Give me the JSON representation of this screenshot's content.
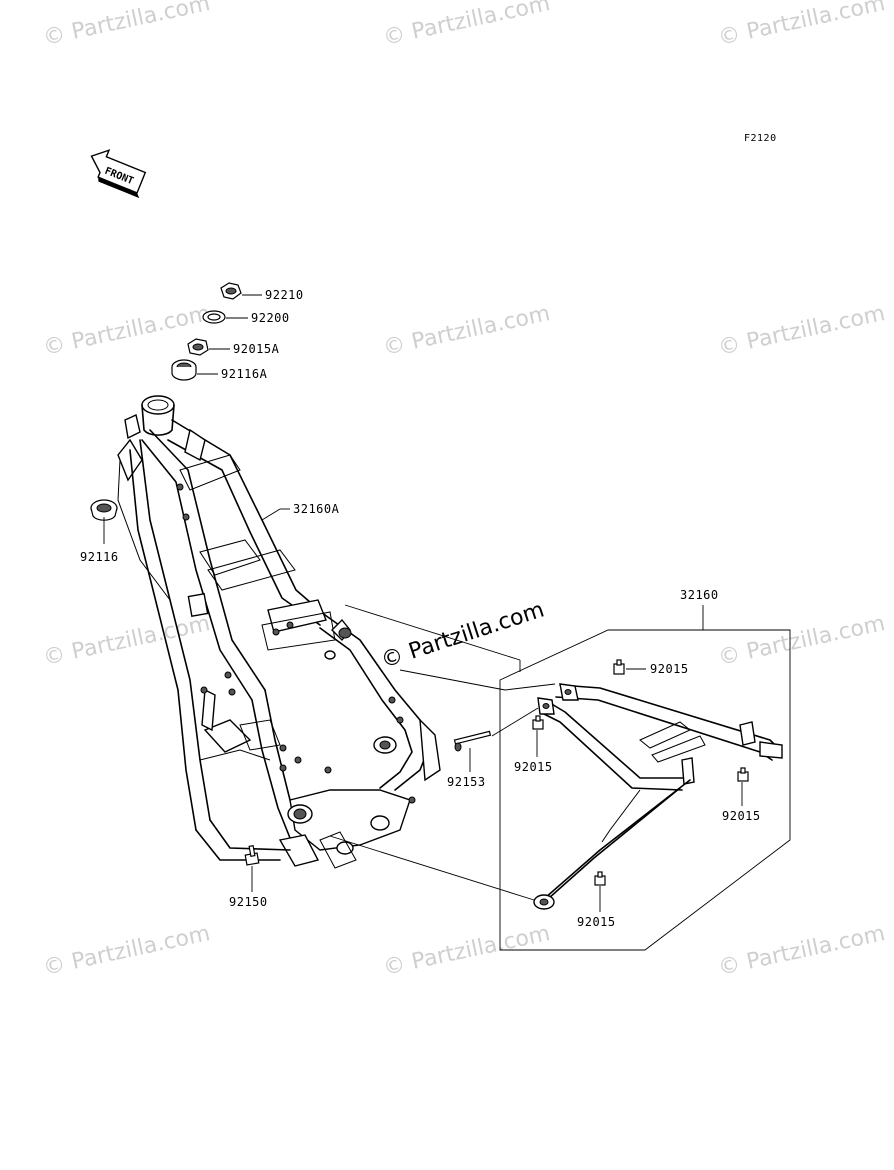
{
  "diagram_code": "F2120",
  "front_label": "FRONT",
  "brand_label": "© Partzilla.com",
  "watermark_text": "© Partzilla.com",
  "parts": {
    "p92210": "92210",
    "p92200": "92200",
    "p92015A": "92015A",
    "p92116A": "92116A",
    "p32160A": "32160A",
    "p92116": "92116",
    "p32160": "32160",
    "p92015_1": "92015",
    "p92015_2": "92015",
    "p92015_3": "92015",
    "p92015_4": "92015",
    "p92153": "92153",
    "p92150": "92150"
  },
  "colors": {
    "line": "#000000",
    "watermark": "#cfcfcf",
    "background": "#ffffff"
  }
}
